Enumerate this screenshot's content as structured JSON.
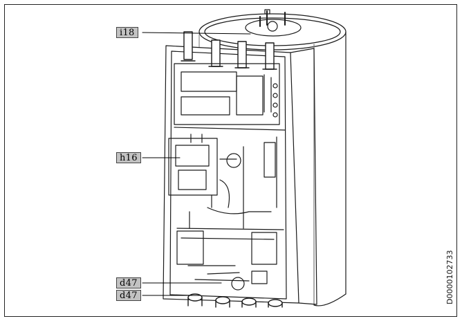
{
  "labels": {
    "i18": "i18",
    "h16": "h16",
    "d47_upper": "d47",
    "d47_lower": "d47"
  },
  "document_id": "D0000102733"
}
